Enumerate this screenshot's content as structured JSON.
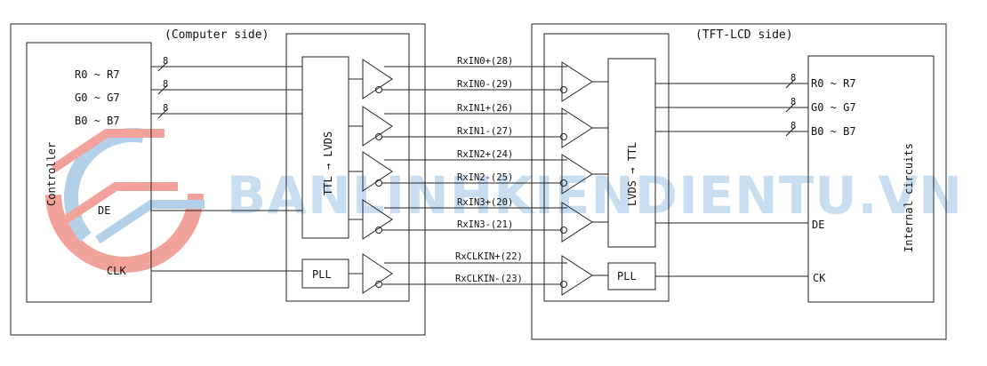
{
  "computer_side": {
    "title": "(Computer side)",
    "controller_label": "Controller",
    "bus_labels": [
      "R0 ~ R7",
      "G0 ~ G7",
      "B0 ~ B7"
    ],
    "de_label": "DE",
    "clk_label": "CLK",
    "encoder_label": "TTL → LVDS",
    "pll_label": "PLL"
  },
  "lcd_side": {
    "title": "(TFT-LCD side)",
    "internal_label": "Internal circuits",
    "bus_labels": [
      "R0 ~ R7",
      "G0 ~ G7",
      "B0 ~ B7"
    ],
    "de_label": "DE",
    "ck_label": "CK",
    "decoder_label": "LVDS → TTL",
    "pll_label": "PLL"
  },
  "bus_width": "8",
  "signals": [
    "RxIN0+(28)",
    "RxIN0-(29)",
    "RxIN1+(26)",
    "RxIN1-(27)",
    "RxIN2+(24)",
    "RxIN2-(25)",
    "RxIN3+(20)",
    "RxIN3-(21)",
    "RxCLKIN+(22)",
    "RxCLKIN-(23)"
  ],
  "watermark": "BANLINHKIENDIENTU.VN",
  "colors": {
    "line": "#222222",
    "watermark": "#9cc3e3",
    "logo_red": "#e8655a",
    "logo_blue": "#7fb3db"
  }
}
